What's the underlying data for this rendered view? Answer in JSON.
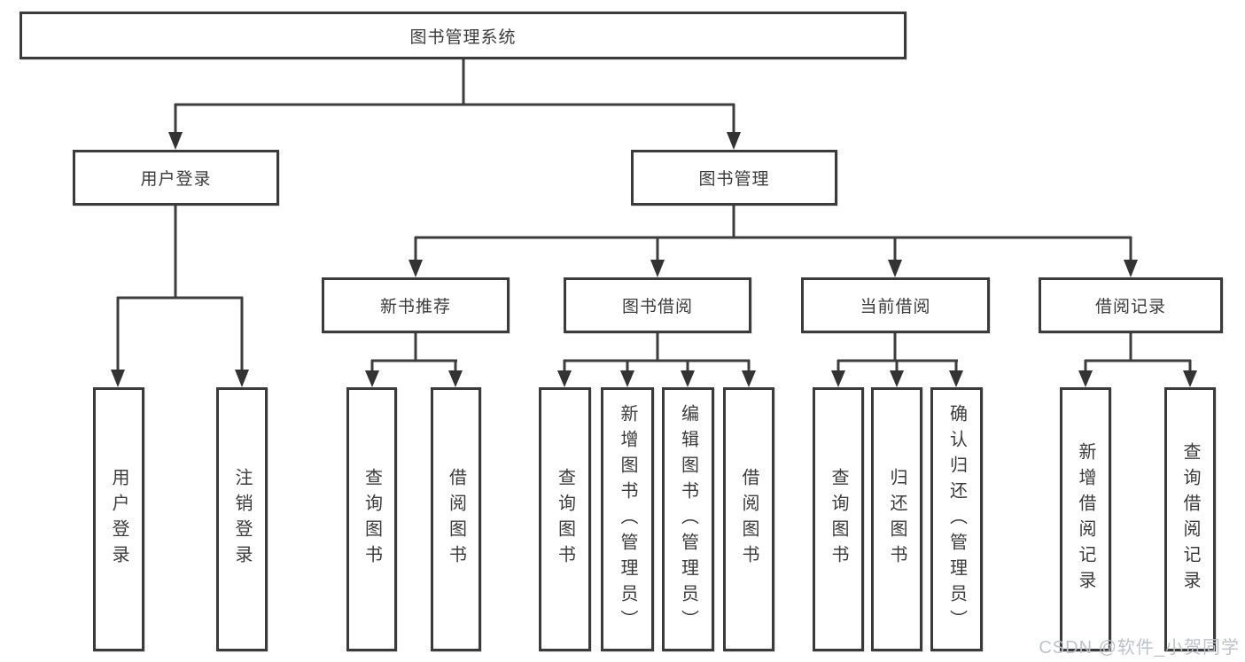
{
  "nodes": {
    "root": "图书管理系统",
    "user_login": "用户登录",
    "book_mgmt": "图书管理",
    "new_book_rec": "新书推荐",
    "book_borrow": "图书借阅",
    "current_borrow": "当前借阅",
    "borrow_records": "借阅记录",
    "leaves": {
      "user_login": [
        "用户登录",
        "注销登录"
      ],
      "new_book_rec": [
        "查询图书",
        "借阅图书"
      ],
      "book_borrow": [
        "查询图书",
        "新增图书（管理员）",
        "编辑图书（管理员）",
        "借阅图书"
      ],
      "current_borrow": [
        "查询图书",
        "归还图书",
        "确认归还（管理员）"
      ],
      "borrow_records": [
        "新增借阅记录",
        "查询借阅记录"
      ]
    }
  },
  "watermark": "CSDN @软件_小贺同学",
  "colors": {
    "line": "#3d3d3d",
    "text": "#3b3b3b",
    "box_bg": "#ffffff",
    "watermark": "#b9bfc9"
  }
}
